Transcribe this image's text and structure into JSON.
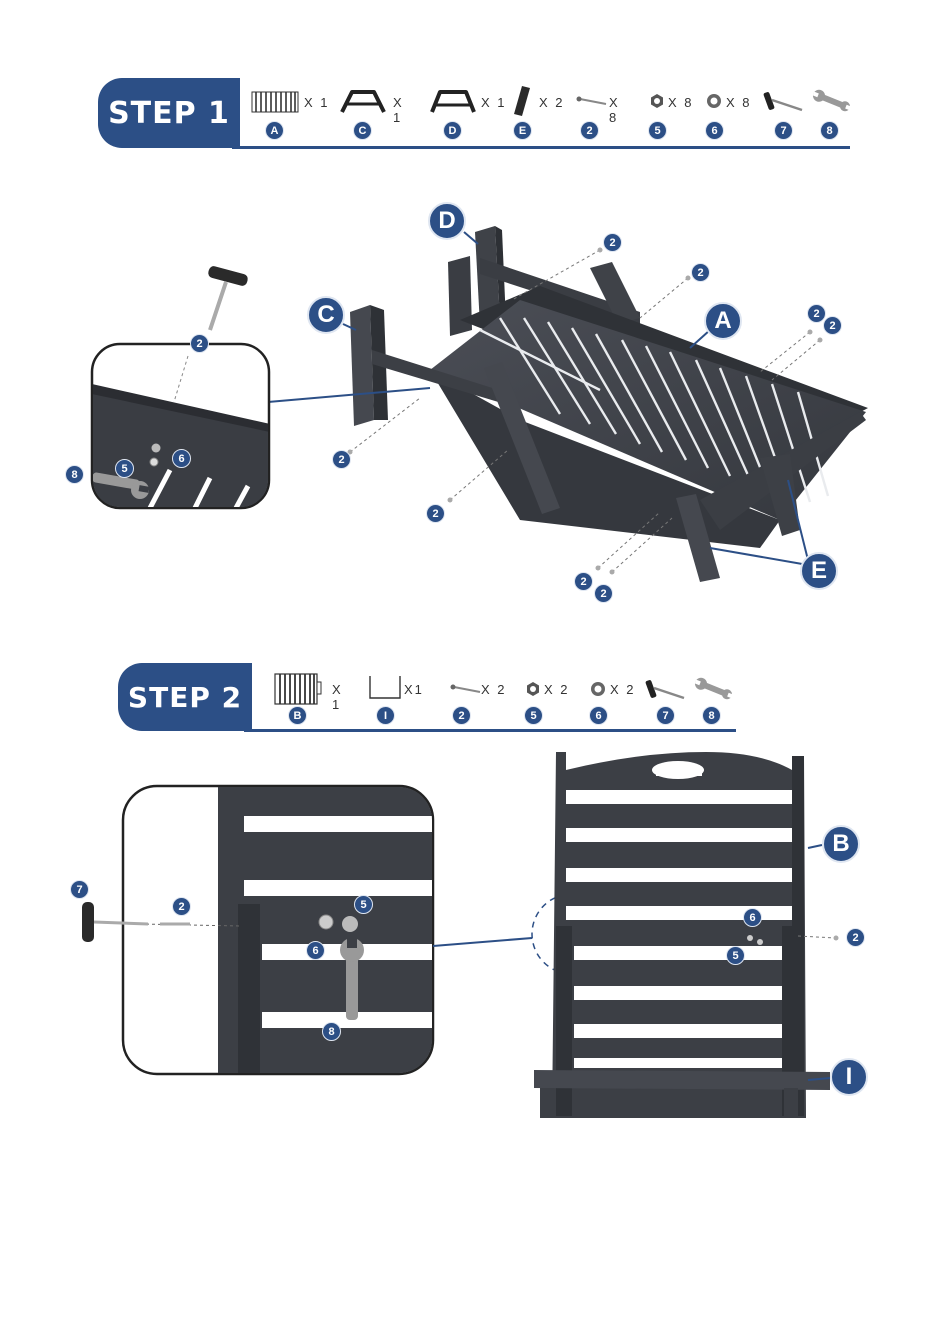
{
  "step1": {
    "title": "STEP 1",
    "parts": [
      {
        "icon": "seat-panel-icon",
        "qty": "X 1",
        "label": "A"
      },
      {
        "icon": "front-leg-frame-icon",
        "qty": "X 1",
        "label": "C"
      },
      {
        "icon": "rear-leg-frame-icon",
        "qty": "X 1",
        "label": "D"
      },
      {
        "icon": "support-bar-icon",
        "qty": "X 2",
        "label": "E"
      },
      {
        "icon": "bolt-icon",
        "qty": "X 8",
        "label": "2"
      },
      {
        "icon": "nut-icon",
        "qty": "X 8",
        "label": "5"
      },
      {
        "icon": "washer-icon",
        "qty": "X 8",
        "label": "6"
      },
      {
        "icon": "t-wrench-icon",
        "qty": "",
        "label": "7"
      },
      {
        "icon": "spanner-icon",
        "qty": "",
        "label": "8"
      }
    ],
    "callouts": {
      "d": "D",
      "c": "C",
      "a": "A",
      "e": "E",
      "bolt": "2",
      "nut": "5",
      "washer": "6",
      "spanner": "8"
    }
  },
  "step2": {
    "title": "STEP 2",
    "parts": [
      {
        "icon": "backrest-panel-icon",
        "qty": "X 1",
        "label": "B"
      },
      {
        "icon": "bottom-bracket-icon",
        "qty": "X1",
        "label": "I"
      },
      {
        "icon": "bolt-icon",
        "qty": "X 2",
        "label": "2"
      },
      {
        "icon": "nut-icon",
        "qty": "X 2",
        "label": "5"
      },
      {
        "icon": "washer-icon",
        "qty": "X 2",
        "label": "6"
      },
      {
        "icon": "t-wrench-icon",
        "qty": "",
        "label": "7"
      },
      {
        "icon": "spanner-icon",
        "qty": "",
        "label": "8"
      }
    ],
    "callouts": {
      "b": "B",
      "i": "I",
      "bolt": "2",
      "nut": "5",
      "washer": "6",
      "spanner": "8",
      "wrench": "7"
    }
  },
  "colors": {
    "brand": "#2c4f86",
    "wood": "#3b3e45",
    "wood_light": "#4a4d55"
  }
}
